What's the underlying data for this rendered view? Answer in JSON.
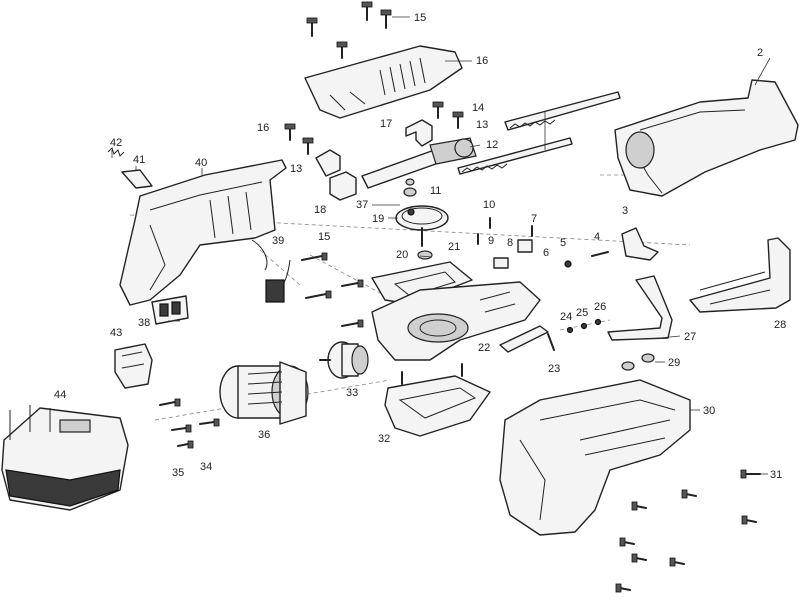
{
  "diagram": {
    "type": "exploded-parts-view",
    "callouts": [
      {
        "id": "label-2",
        "text": "2"
      },
      {
        "id": "label-3",
        "text": "3"
      },
      {
        "id": "label-4",
        "text": "4"
      },
      {
        "id": "label-5",
        "text": "5"
      },
      {
        "id": "label-6",
        "text": "6"
      },
      {
        "id": "label-7",
        "text": "7"
      },
      {
        "id": "label-8",
        "text": "8"
      },
      {
        "id": "label-9",
        "text": "9"
      },
      {
        "id": "label-10",
        "text": "10"
      },
      {
        "id": "label-11",
        "text": "11"
      },
      {
        "id": "label-12",
        "text": "12"
      },
      {
        "id": "label-13a",
        "text": "13"
      },
      {
        "id": "label-13b",
        "text": "13"
      },
      {
        "id": "label-14",
        "text": "14"
      },
      {
        "id": "label-15a",
        "text": "15"
      },
      {
        "id": "label-15b",
        "text": "15"
      },
      {
        "id": "label-16a",
        "text": "16"
      },
      {
        "id": "label-16b",
        "text": "16"
      },
      {
        "id": "label-17",
        "text": "17"
      },
      {
        "id": "label-18",
        "text": "18"
      },
      {
        "id": "label-19",
        "text": "19"
      },
      {
        "id": "label-20",
        "text": "20"
      },
      {
        "id": "label-21",
        "text": "21"
      },
      {
        "id": "label-22",
        "text": "22"
      },
      {
        "id": "label-23",
        "text": "23"
      },
      {
        "id": "label-24",
        "text": "24"
      },
      {
        "id": "label-25",
        "text": "25"
      },
      {
        "id": "label-26",
        "text": "26"
      },
      {
        "id": "label-27",
        "text": "27"
      },
      {
        "id": "label-28",
        "text": "28"
      },
      {
        "id": "label-29",
        "text": "29"
      },
      {
        "id": "label-30",
        "text": "30"
      },
      {
        "id": "label-31",
        "text": "31"
      },
      {
        "id": "label-32",
        "text": "32"
      },
      {
        "id": "label-33",
        "text": "33"
      },
      {
        "id": "label-34",
        "text": "34"
      },
      {
        "id": "label-35",
        "text": "35"
      },
      {
        "id": "label-36",
        "text": "36"
      },
      {
        "id": "label-37",
        "text": "37"
      },
      {
        "id": "label-38",
        "text": "38"
      },
      {
        "id": "label-39",
        "text": "39"
      },
      {
        "id": "label-40",
        "text": "40"
      },
      {
        "id": "label-41",
        "text": "41"
      },
      {
        "id": "label-42",
        "text": "42"
      },
      {
        "id": "label-43",
        "text": "43"
      },
      {
        "id": "label-44",
        "text": "44"
      }
    ]
  }
}
